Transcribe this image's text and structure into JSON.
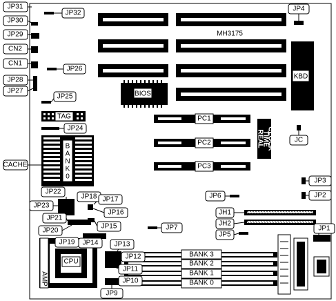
{
  "model": "MH3175",
  "chips": {
    "bios": "BIOS",
    "kbd": "KBD",
    "tag": "TAG",
    "cpu": "CPU",
    "amp": "AMP"
  },
  "rtc": [
    "REAL",
    "TIME",
    "CLOCK"
  ],
  "cache_bank": [
    "B",
    "A",
    "N",
    "K",
    "0"
  ],
  "pci_slots": [
    "PC1",
    "PC2",
    "PC3"
  ],
  "dimm_banks": [
    "BANK 3",
    "BANK 2",
    "BANK 1",
    "BANK 0"
  ],
  "callouts": {
    "jp31": "JP31",
    "jp30": "JP30",
    "jp29": "JP29",
    "cn2": "CN2",
    "cn1": "CN1",
    "jp28": "JP28",
    "jp27": "JP27",
    "jp32": "JP32",
    "jp26": "JP26",
    "jp25": "JP25",
    "jp24": "JP24",
    "cache": "CACHE",
    "jp4": "JP4",
    "jc": "JC",
    "jp3": "JP3",
    "jp2": "JP2",
    "jp6": "JP6",
    "jh1": "JH1",
    "jh2": "JH2",
    "jp5": "JP5",
    "jp1": "JP1",
    "jp22": "JP22",
    "jp23": "JP23",
    "jp18": "JP18",
    "jp17": "JP17",
    "jp16": "JP16",
    "jp21": "JP21",
    "jp15": "JP15",
    "jp20": "JP20",
    "jp7": "JP7",
    "jp19": "JP19",
    "jp14": "JP14",
    "jp13": "JP13",
    "jp12": "JP12",
    "jp11": "JP11",
    "jp10": "JP10",
    "jp9": "JP9"
  }
}
